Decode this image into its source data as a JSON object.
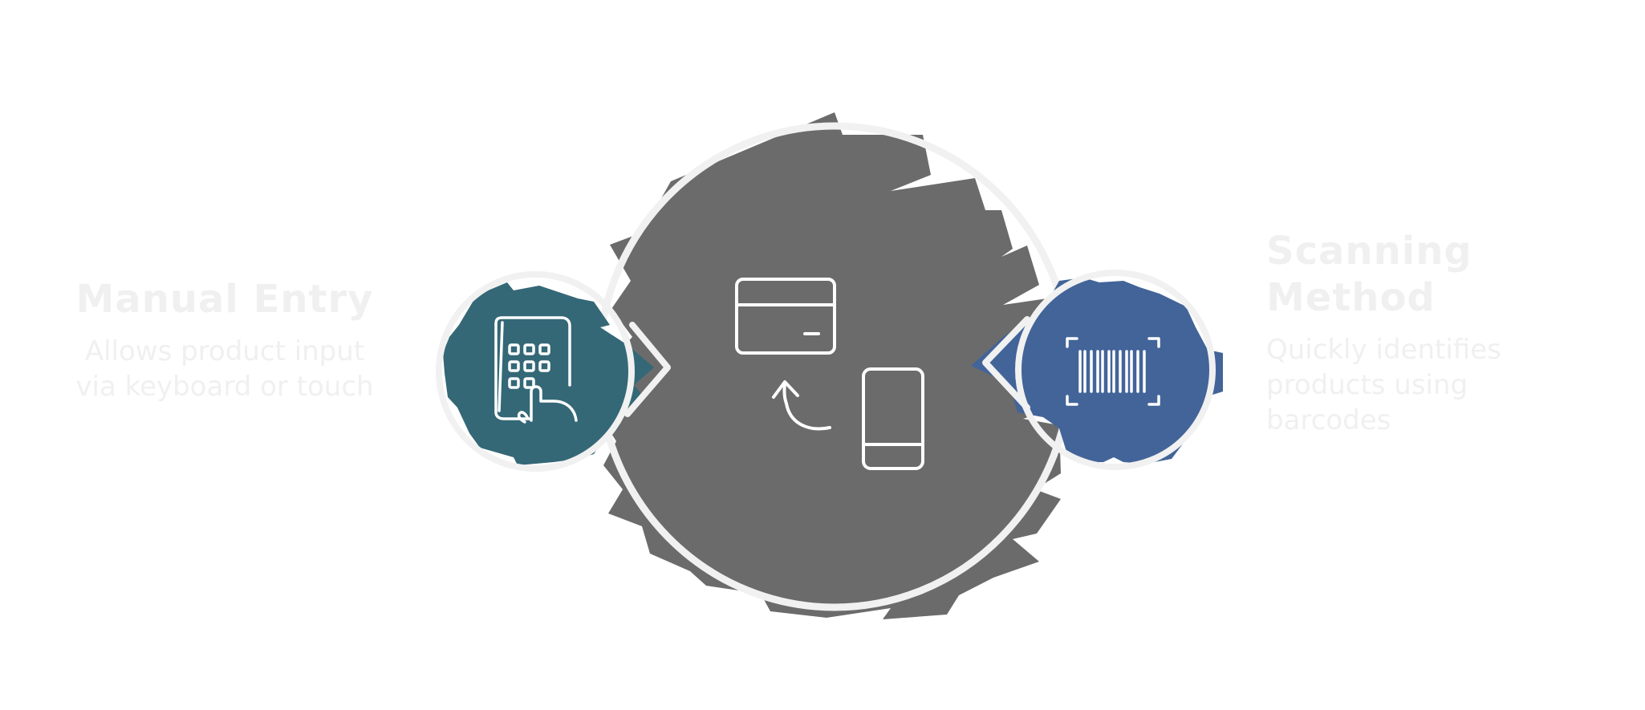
{
  "diagram": {
    "colors": {
      "center": "#6b6b6b",
      "manual": "#346877",
      "scanning": "#426499",
      "outline": "#f1f1f1",
      "icon": "#ffffff",
      "text": "#f0f0f0"
    },
    "nodes": {
      "center": {
        "icon": "card-and-phone-payment-icon"
      },
      "manual": {
        "icon": "keypad-touch-icon",
        "title": "Manual Entry",
        "description_lines": [
          "Allows product input",
          "via keyboard or touch"
        ]
      },
      "scanning": {
        "icon": "barcode-scan-icon",
        "title_lines": [
          "Scanning",
          "Method"
        ],
        "description_lines": [
          "Quickly identifies",
          "products using",
          "barcodes"
        ]
      }
    }
  }
}
